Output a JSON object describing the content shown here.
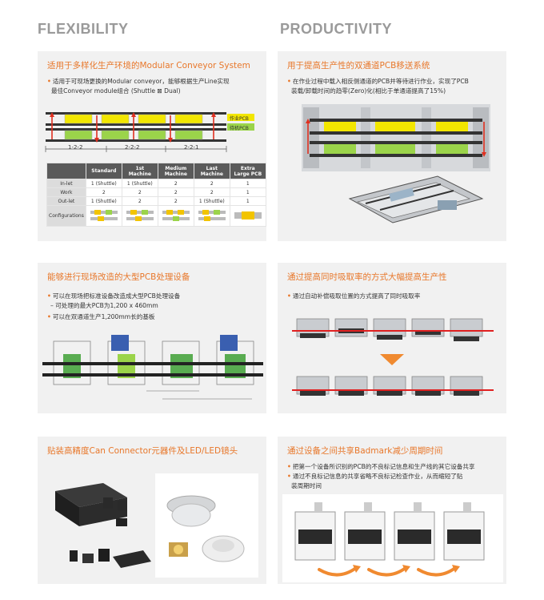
{
  "headings": {
    "left": "FLEXIBILITY",
    "right": "PRODUCTIVITY"
  },
  "colors": {
    "accent": "#e8772a",
    "panel_bg": "#f1f1f1",
    "heading_gray": "#9a9a9a",
    "working_pcb": "#f2e600",
    "waiting_pcb": "#9bd44a"
  },
  "panels": {
    "modular": {
      "title": "适用于多样化生产环境的Modular Conveyor System",
      "bullet1_line1": "适用于可现场更换的Modular conveyor，能够根据生产Line实现",
      "bullet1_line2": "最佳Conveyor module组合 (Shuttle ⊠ Dual)",
      "legend_working": "作业PCB",
      "legend_waiting": "待机PCB",
      "modules": [
        "1-2-2",
        "2-2-2",
        "2-2-1"
      ],
      "table": {
        "headers": [
          "Standard",
          "1st Machine",
          "Medium Machine",
          "Last Machine",
          "Extra Large PCB"
        ],
        "rows": [
          {
            "label": "In-let",
            "values": [
              "1 (Shuttle)",
              "1 (Shuttle)",
              "2",
              "2",
              "1"
            ]
          },
          {
            "label": "Work",
            "values": [
              "2",
              "2",
              "2",
              "2",
              "1"
            ]
          },
          {
            "label": "Out-let",
            "values": [
              "1 (Shuttle)",
              "2",
              "2",
              "1 (Shuttle)",
              "1"
            ]
          },
          {
            "label": "Configurations",
            "values": [
              "",
              "",
              "",
              "",
              ""
            ]
          }
        ]
      }
    },
    "dual_lane": {
      "title": "用于提高生产性的双通道PCB移送系统",
      "bullet1_line1": "在作业过程中载入相反侧通道的PCB并等待进行作业，实现了PCB",
      "bullet1_line2": "装载/卸载时间的趋零(Zero)化(相比于单通道提高了15%)"
    },
    "large_pcb": {
      "title": "能够进行现场改造的大型PCB处理设备",
      "bullet1": "可以在现场把标准设备改造成大型PCB处理设备",
      "bullet1_sub": "– 可处理的最大PCB为1,200 x 460mm",
      "bullet2": "可以在双通道生产1,200mm长的基板"
    },
    "simultaneous": {
      "title": "通过提高同时吸取率的方式大幅提高生产性",
      "bullet1": "通过自动补偿吸取位置的方式提高了同时吸取率"
    },
    "connector": {
      "title": "贴装高精度Can Connector元器件及LED/LED镜头"
    },
    "badmark": {
      "title": "通过设备之间共享Badmark减少周期时间",
      "bullet1": "把第一个设备所识别的PCB的不良标记信息和生产线的其它设备共享",
      "bullet2_line1": "通过不良标记信息的共享省略不良标记检查作业，从而缩短了贴",
      "bullet2_line2": "装周期时间"
    }
  }
}
